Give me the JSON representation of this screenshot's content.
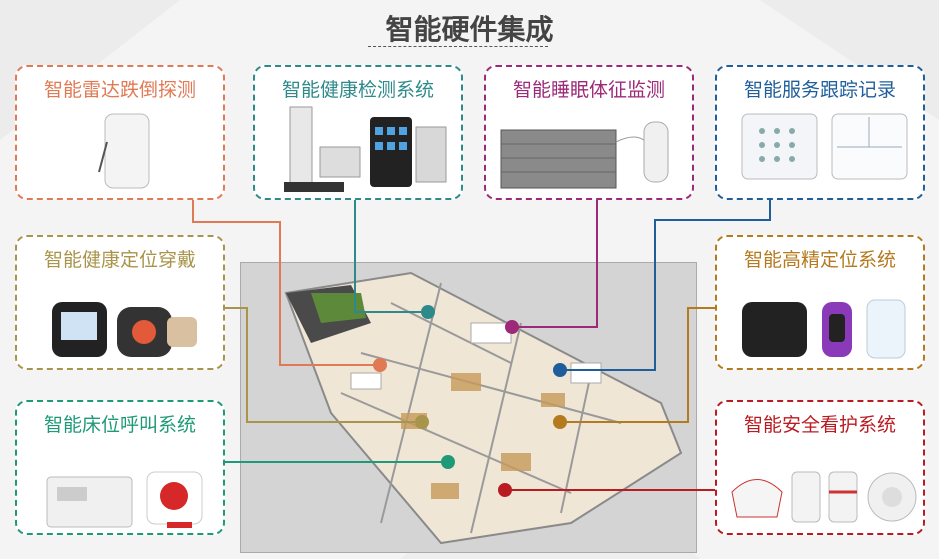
{
  "title": "智能硬件集成",
  "modules": {
    "radar": {
      "label": "智能雷达跌倒探测",
      "color": "#e07a55"
    },
    "health_check": {
      "label": "智能健康检测系统",
      "color": "#2e8a8a"
    },
    "sleep": {
      "label": "智能睡眠体征监测",
      "color": "#9c2a78"
    },
    "service": {
      "label": "智能服务跟踪记录",
      "color": "#1f5e9a"
    },
    "wearable": {
      "label": "智能健康定位穿戴",
      "color": "#a8944a"
    },
    "hd_position": {
      "label": "智能高精定位系统",
      "color": "#b47a1f"
    },
    "bed_call": {
      "label": "智能床位呼叫系统",
      "color": "#1f9a78"
    },
    "safety": {
      "label": "智能安全看护系统",
      "color": "#b81c22"
    }
  }
}
